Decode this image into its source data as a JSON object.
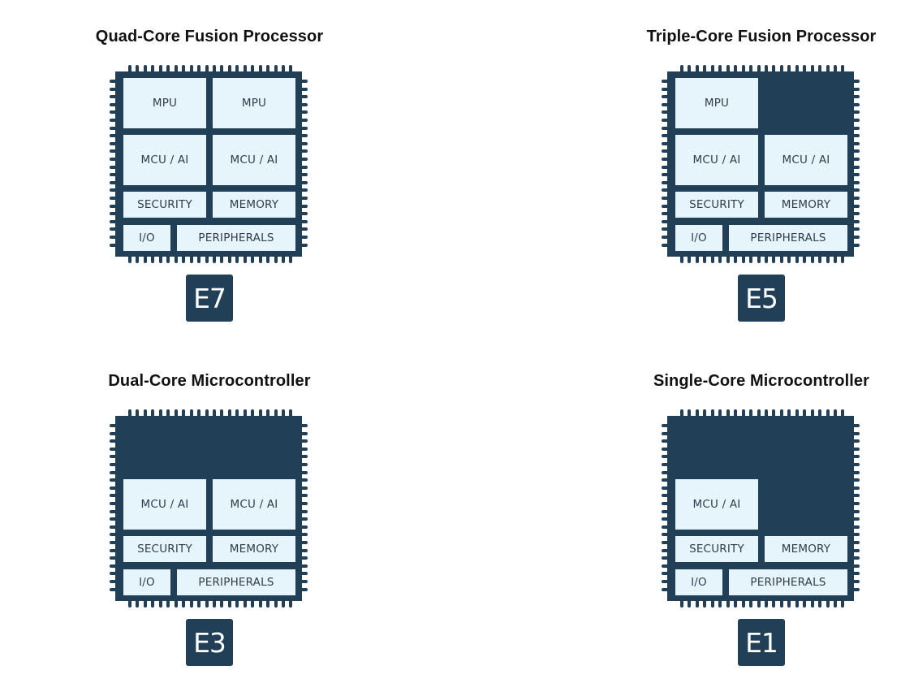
{
  "colors": {
    "chip": "#213f57",
    "block": "#e6f4fb",
    "block_text": "#2e3e4c",
    "title_text": "#111111",
    "badge_text": "#ffffff",
    "background": "#ffffff"
  },
  "chips": [
    {
      "title": "Quad-Core Fusion Processor",
      "badge": "E7",
      "blocks": {
        "mpu_left": "MPU",
        "mpu_right": "MPU",
        "mcu_left": "MCU / AI",
        "mcu_right": "MCU / AI",
        "security": "SECURITY",
        "memory": "MEMORY",
        "io": "I/O",
        "peripherals": "PERIPHERALS"
      }
    },
    {
      "title": "Triple-Core Fusion Processor",
      "badge": "E5",
      "blocks": {
        "mpu_left": "MPU",
        "mpu_right": null,
        "mcu_left": "MCU / AI",
        "mcu_right": "MCU / AI",
        "security": "SECURITY",
        "memory": "MEMORY",
        "io": "I/O",
        "peripherals": "PERIPHERALS"
      }
    },
    {
      "title": "Dual-Core Microcontroller",
      "badge": "E3",
      "blocks": {
        "mpu_left": null,
        "mpu_right": null,
        "mcu_left": "MCU / AI",
        "mcu_right": "MCU / AI",
        "security": "SECURITY",
        "memory": "MEMORY",
        "io": "I/O",
        "peripherals": "PERIPHERALS"
      }
    },
    {
      "title": "Single-Core Microcontroller",
      "badge": "E1",
      "blocks": {
        "mpu_left": null,
        "mpu_right": null,
        "mcu_left": "MCU / AI",
        "mcu_right": null,
        "security": "SECURITY",
        "memory": "MEMORY",
        "io": "I/O",
        "peripherals": "PERIPHERALS"
      }
    }
  ]
}
